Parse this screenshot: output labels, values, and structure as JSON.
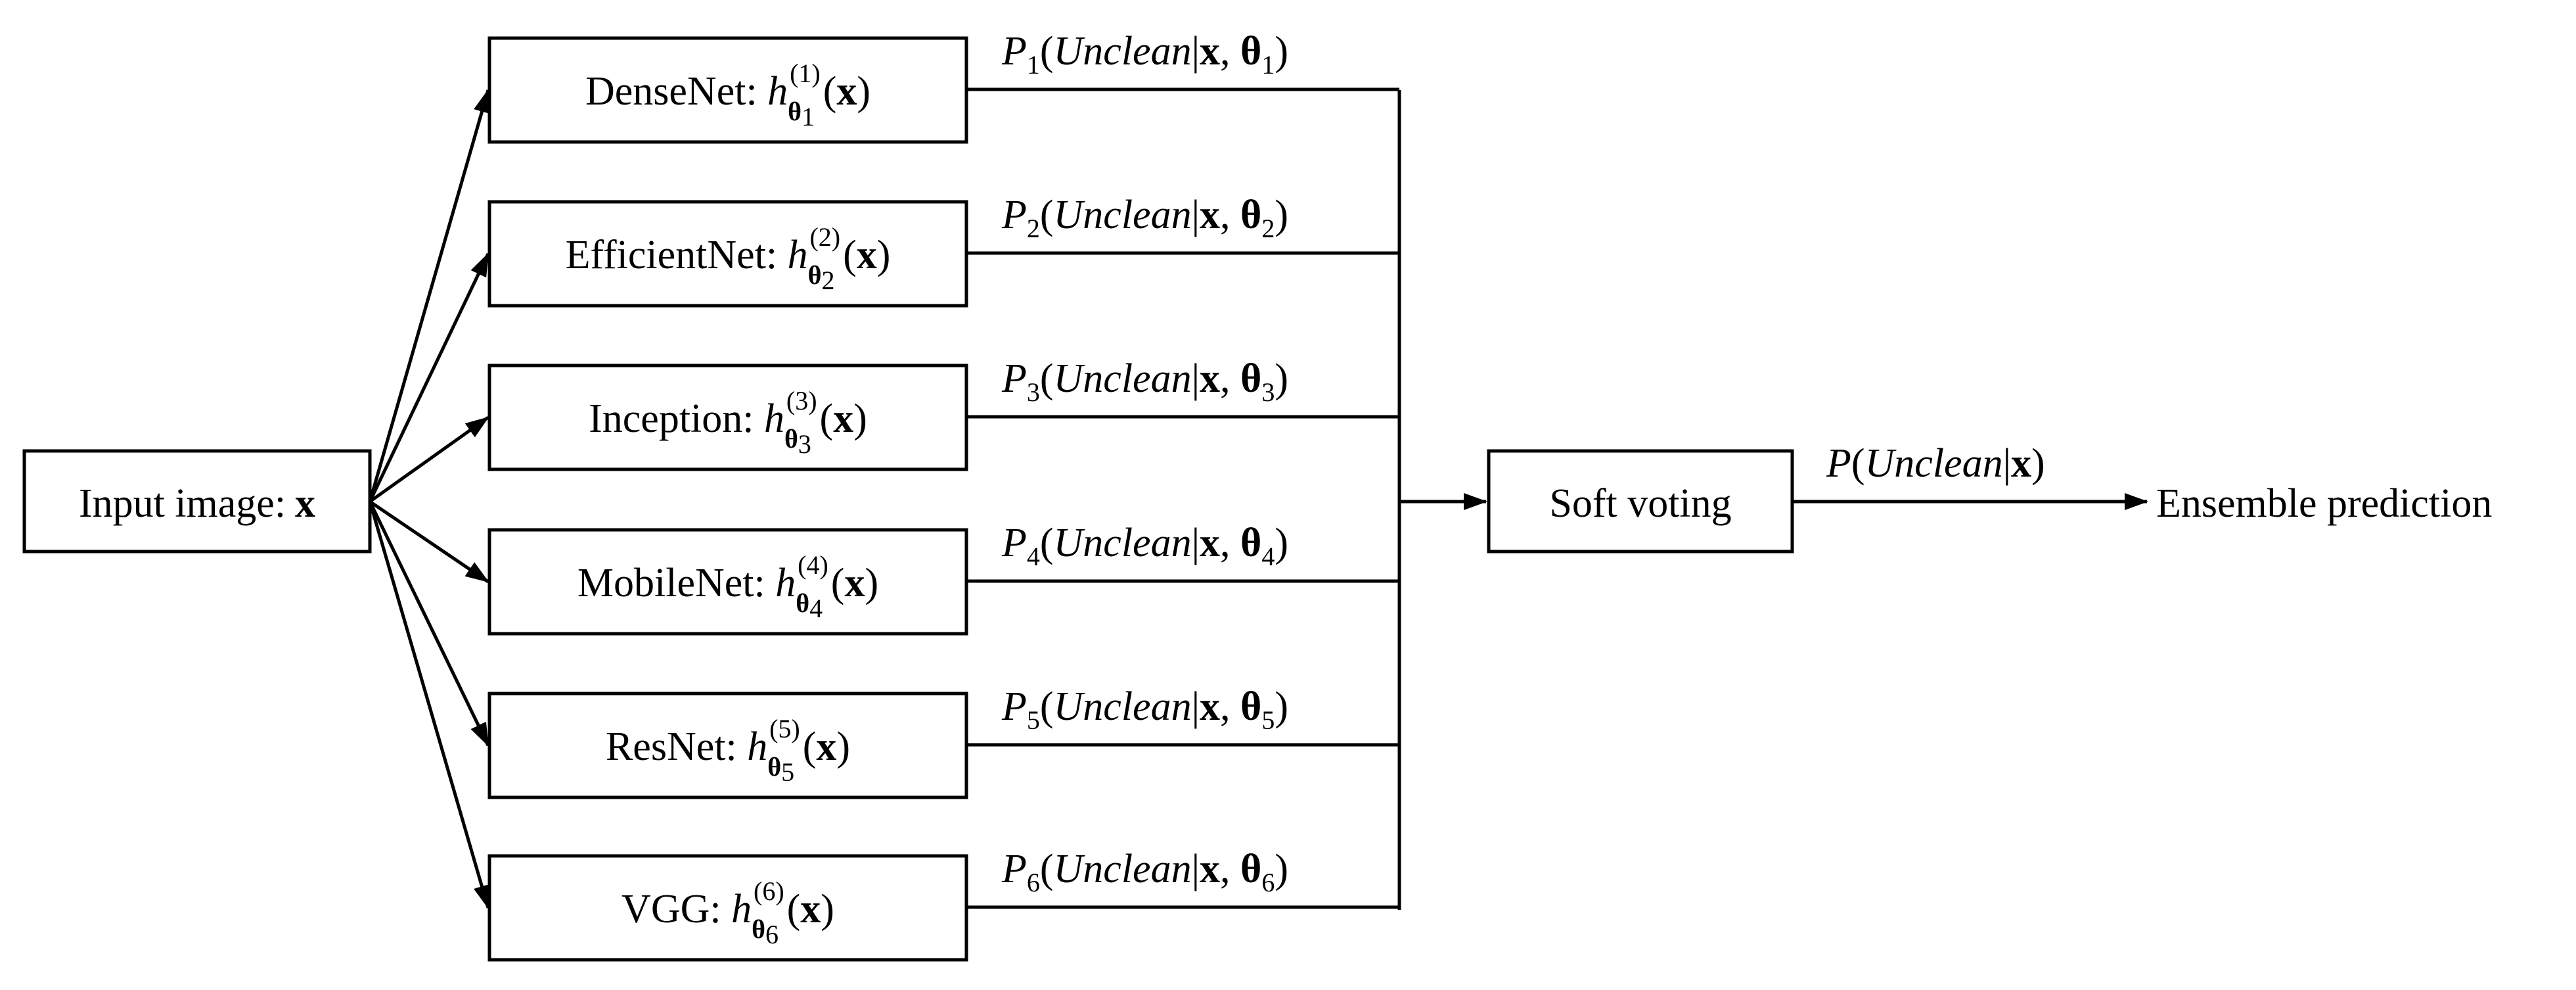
{
  "diagram": {
    "input": {
      "label": "Input image:",
      "var": "x"
    },
    "models": [
      {
        "name": "DenseNet:",
        "superscript": "(1)",
        "subscript": "1"
      },
      {
        "name": "EfficientNet:",
        "superscript": "(2)",
        "subscript": "2"
      },
      {
        "name": "Inception:",
        "superscript": "(3)",
        "subscript": "3"
      },
      {
        "name": "MobileNet:",
        "superscript": "(4)",
        "subscript": "4"
      },
      {
        "name": "ResNet:",
        "superscript": "(5)",
        "subscript": "5"
      },
      {
        "name": "VGG:",
        "superscript": "(6)",
        "subscript": "6"
      }
    ],
    "model_output_template": {
      "P": "P",
      "class": "Unclean",
      "x": "x",
      "theta": "θ"
    },
    "voting": {
      "label": "Soft voting"
    },
    "final_output": {
      "P": "P",
      "class": "Unclean",
      "x": "x"
    },
    "result": {
      "label": "Ensemble prediction"
    },
    "math_symbols": {
      "h": "h",
      "theta": "θ",
      "x": "x"
    }
  }
}
